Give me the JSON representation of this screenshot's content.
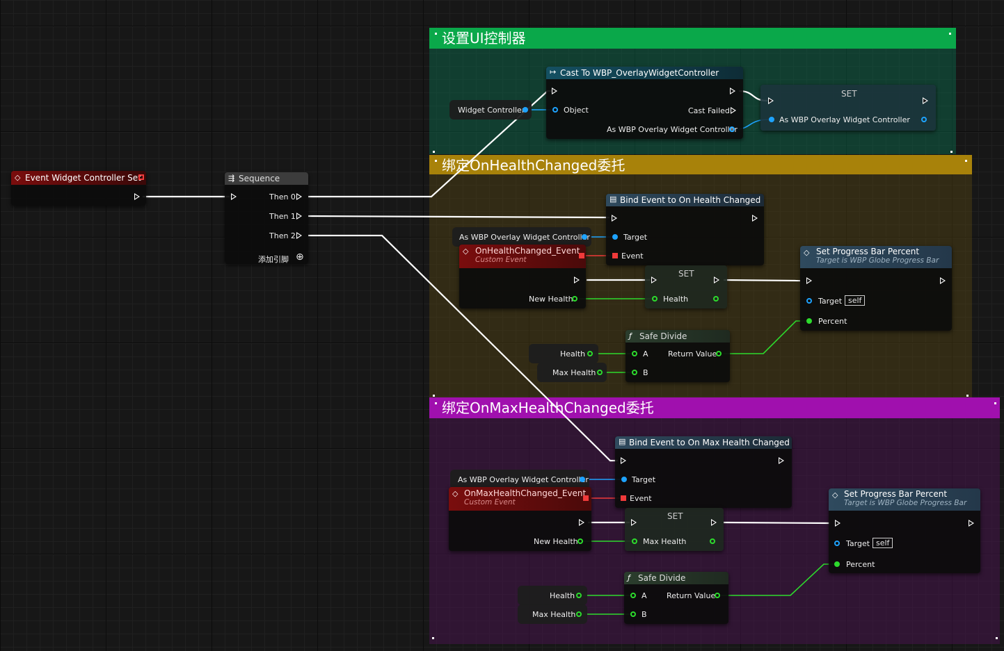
{
  "comments": {
    "controller": {
      "title": "设置UI控制器",
      "color": "#0aa84a"
    },
    "health": {
      "title": "绑定OnHealthChanged委托",
      "color": "#a8820a"
    },
    "maxhealth": {
      "title": "绑定OnMaxHealthChanged委托",
      "color": "#a010ae"
    }
  },
  "event_node": {
    "title": "Event Widget Controller Set"
  },
  "sequence": {
    "title": "Sequence",
    "then0": "Then 0",
    "then1": "Then 1",
    "then2": "Then 2",
    "add_pin": "添加引脚"
  },
  "cast": {
    "title": "Cast To WBP_OverlayWidgetController",
    "object": "Object",
    "cast_failed": "Cast Failed",
    "as_out": "As WBP Overlay Widget Controller"
  },
  "widget_controller_var": "Widget Controller",
  "set_controller": {
    "title": "SET",
    "pin": "As WBP Overlay Widget Controller"
  },
  "health_group": {
    "as_var": "As WBP Overlay Widget Controller",
    "bind": {
      "title": "Bind Event to On Health Changed",
      "target": "Target",
      "event": "Event"
    },
    "custom_event": {
      "title": "OnHealthChanged_Event",
      "subtitle": "Custom Event",
      "out": "New Health"
    },
    "set": {
      "title": "SET",
      "pin": "Health"
    },
    "progress": {
      "title": "Set Progress Bar Percent",
      "subtitle": "Target is WBP Globe Progress Bar",
      "target": "Target",
      "self": "self",
      "percent": "Percent"
    },
    "divide": {
      "title": "Safe Divide",
      "a": "A",
      "b": "B",
      "ret": "Return Value"
    },
    "var_a": "Health",
    "var_b": "Max Health"
  },
  "maxhealth_group": {
    "as_var": "As WBP Overlay Widget Controller",
    "bind": {
      "title": "Bind Event to On Max Health Changed",
      "target": "Target",
      "event": "Event"
    },
    "custom_event": {
      "title": "OnMaxHealthChanged_Event",
      "subtitle": "Custom Event",
      "out": "New Health"
    },
    "set": {
      "title": "SET",
      "pin": "Max Health"
    },
    "progress": {
      "title": "Set Progress Bar Percent",
      "subtitle": "Target is WBP Globe Progress Bar",
      "target": "Target",
      "self": "self",
      "percent": "Percent"
    },
    "divide": {
      "title": "Safe Divide",
      "a": "A",
      "b": "B",
      "ret": "Return Value"
    },
    "var_a": "Health",
    "var_b": "Max Health"
  },
  "icons": [
    "event-icon",
    "sequence-icon",
    "cast-icon",
    "function-icon",
    "bind-icon",
    "add-pin-icon"
  ],
  "colors": {
    "exec": "#ffffff",
    "object": "#1ea3ff",
    "float": "#2ddb2d",
    "delegate": "#f03a3a",
    "event_header": "#7a0d0d",
    "cast_header": "#145062",
    "func_header": "#2f4a5e",
    "pure_header": "#2b3d2d"
  }
}
